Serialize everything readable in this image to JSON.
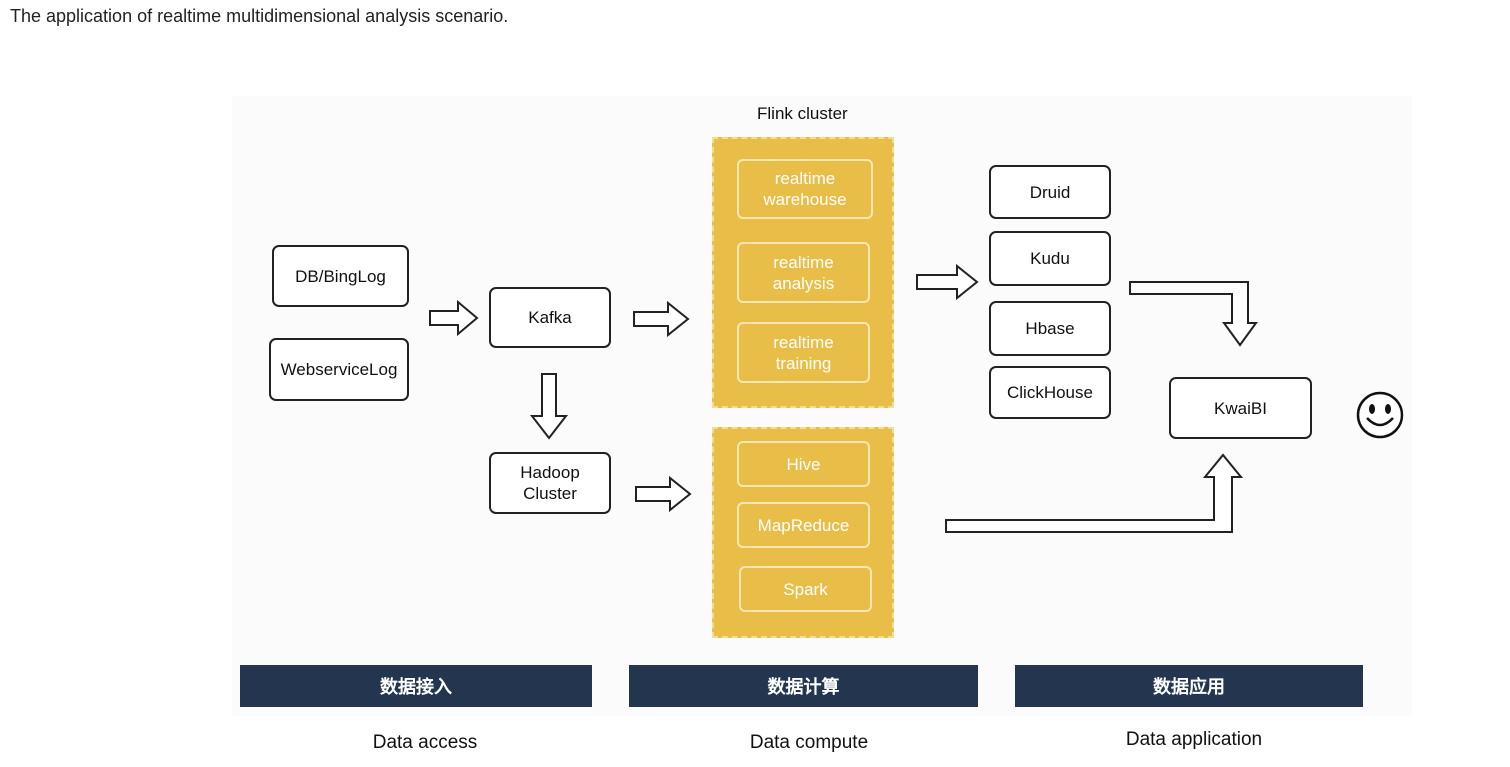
{
  "title": "The application of realtime multidimensional analysis scenario.",
  "sources": {
    "db": "DB/BingLog",
    "web": "WebserviceLog"
  },
  "ingest": {
    "kafka": "Kafka",
    "hadoop": "Hadoop\nCluster"
  },
  "flink": {
    "label": "Flink cluster",
    "items": [
      "realtime\nwarehouse",
      "realtime\nanalysis",
      "realtime\ntraining"
    ]
  },
  "batch": {
    "items": [
      "Hive",
      "MapReduce",
      "Spark"
    ]
  },
  "storage": {
    "items": [
      "Druid",
      "Kudu",
      "Hbase",
      "ClickHouse"
    ]
  },
  "bi": {
    "label": "KwaiBI"
  },
  "bands": {
    "access": "数据接入",
    "compute": "数据计算",
    "application": "数据应用"
  },
  "captions": {
    "access": "Data access",
    "compute": "Data compute",
    "application": "Data application"
  },
  "colors": {
    "accent_yellow": "#e8be48",
    "band_navy": "#24364f"
  },
  "icons": {
    "end": "smiley-face-icon"
  }
}
